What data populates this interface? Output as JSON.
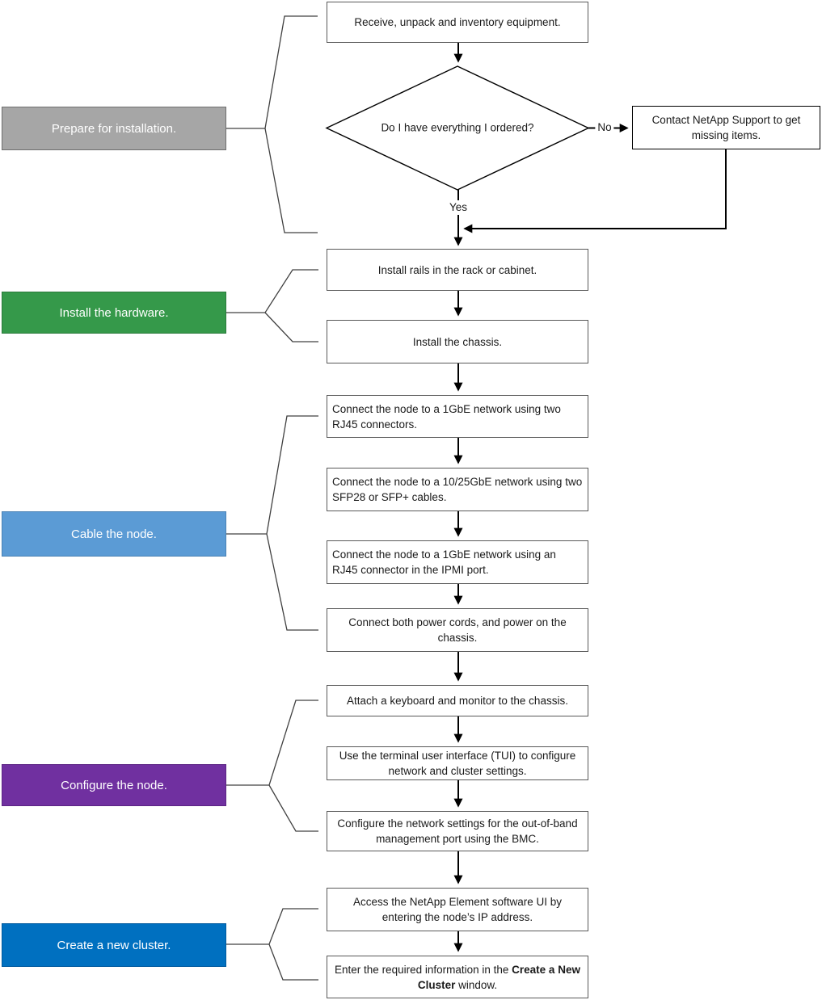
{
  "phases": [
    {
      "label": "Prepare for installation.",
      "color": "#a6a6a6",
      "border": "#6e6e6e"
    },
    {
      "label": "Install the hardware.",
      "color": "#35994a",
      "border": "#2a7a3b"
    },
    {
      "label": "Cable the node.",
      "color": "#5b9bd5",
      "border": "#4a82b4"
    },
    {
      "label": "Configure the node.",
      "color": "#7030a0",
      "border": "#5c2584"
    },
    {
      "label": "Create a new cluster.",
      "color": "#0070c0",
      "border": "#005a9e"
    }
  ],
  "decision": {
    "question": "Do I have everything I ordered?",
    "yes_label": "Yes",
    "no_label": "No"
  },
  "steps": {
    "receive": "Receive, unpack and inventory equipment.",
    "contact_support": "Contact NetApp Support to get missing items.",
    "install_rails": "Install rails in the rack or cabinet.",
    "install_chassis": "Install the chassis.",
    "cable_1gbe": "Connect the node to a 1GbE network using two RJ45 connectors.",
    "cable_10_25gbe": "Connect the node to a 10/25GbE network using two SFP28 or SFP+ cables.",
    "cable_ipmi": "Connect the node to a 1GbE network using an RJ45 connector in the IPMI port.",
    "power_on": "Connect both power cords, and power on the chassis.",
    "attach_keyboard": "Attach a keyboard and monitor to the chassis.",
    "use_tui": "Use the terminal user interface (TUI) to configure network and cluster settings.",
    "configure_bmc": "Configure the network settings for the out-of-band management port using the BMC.",
    "access_ui": "Access the NetApp Element software UI by entering the node’s IP address.",
    "enter_info_prefix": "Enter the required information in the ",
    "enter_info_bold": "Create a New Cluster",
    "enter_info_suffix": " window."
  }
}
